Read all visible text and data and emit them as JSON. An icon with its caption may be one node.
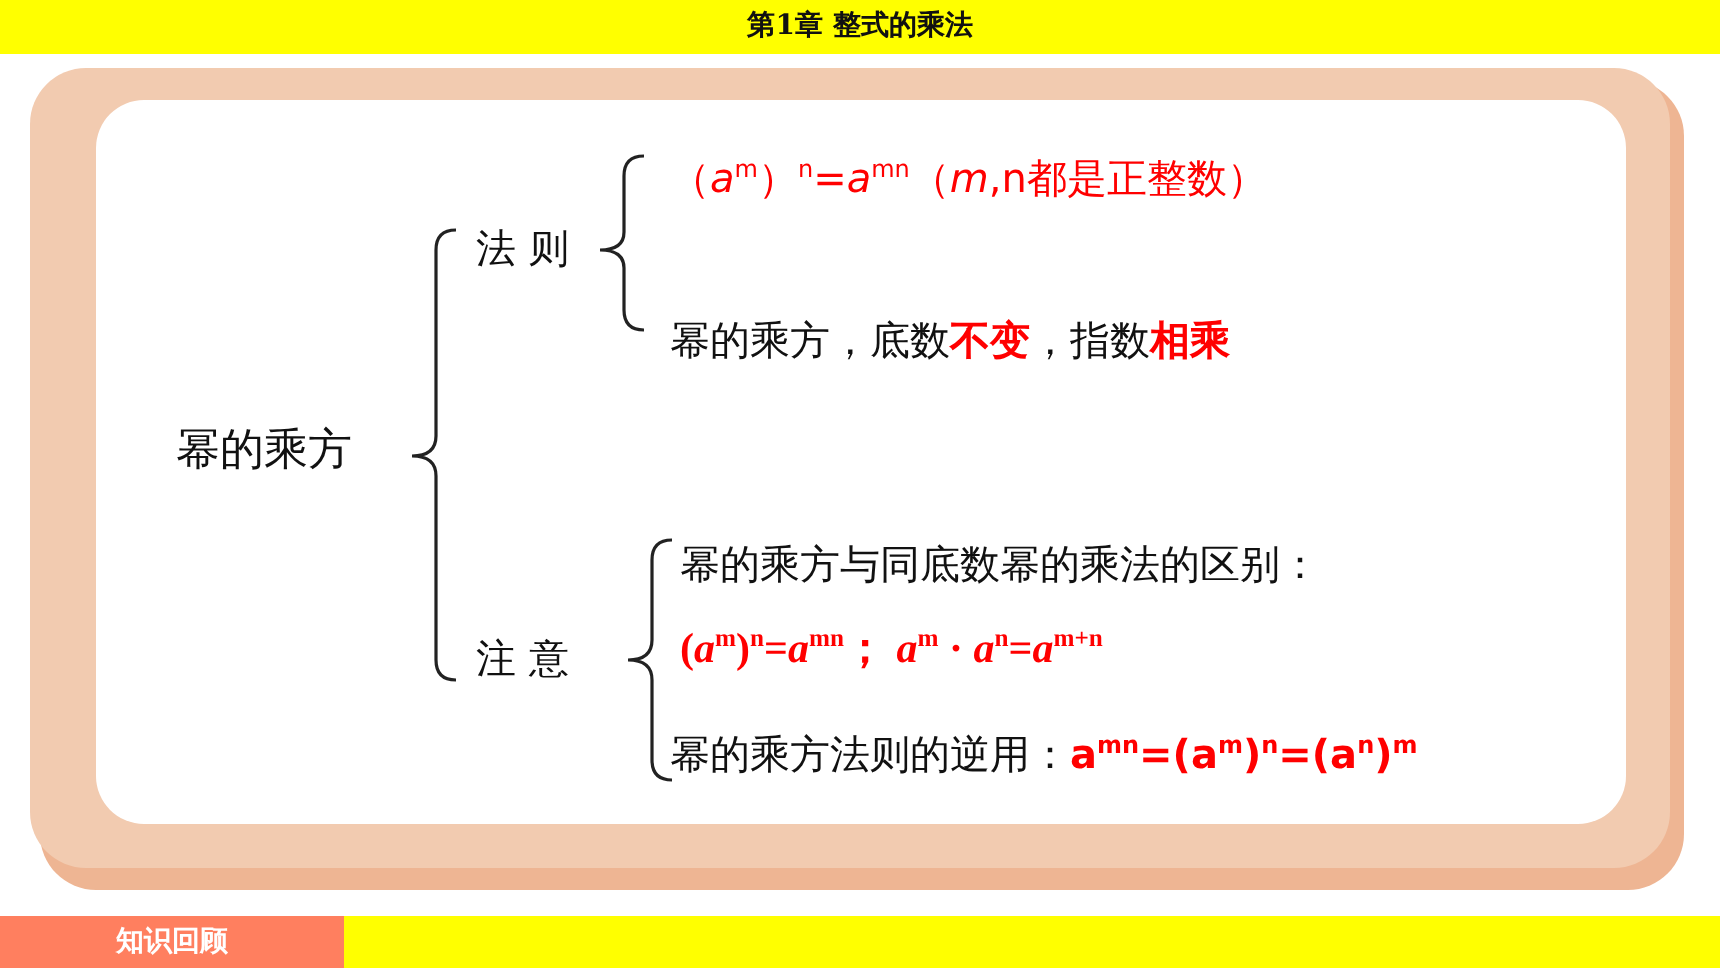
{
  "diagram": {
    "title": "第1章 整式的乘法",
    "nodes": [
      {
        "text": [
          "知识回顾"
        ]
      }
    ],
    "labels": [
      "幂的乘方",
      "法 则",
      "（*a*$^{m}$）$^{n}$=*a*$^{mn}$（*m*,n都是正整数）",
      "幂的乘方，底数**不变**，指数**相乘**",
      "注 意",
      "幂的乘方与同底数幂的乘法的区别：",
      "(*a*$^{m}$)$^{n}$=*a*$^{mn}$；  *a*$^{m}$ · *a*$^{n}$=*a*$^{m+n}$",
      "幂的乘方法则的逆用：**a$^{mn}$=(a$^{m}$)$^{n}$=(a$^{n}$)$^{m}$**"
    ]
  }
}
